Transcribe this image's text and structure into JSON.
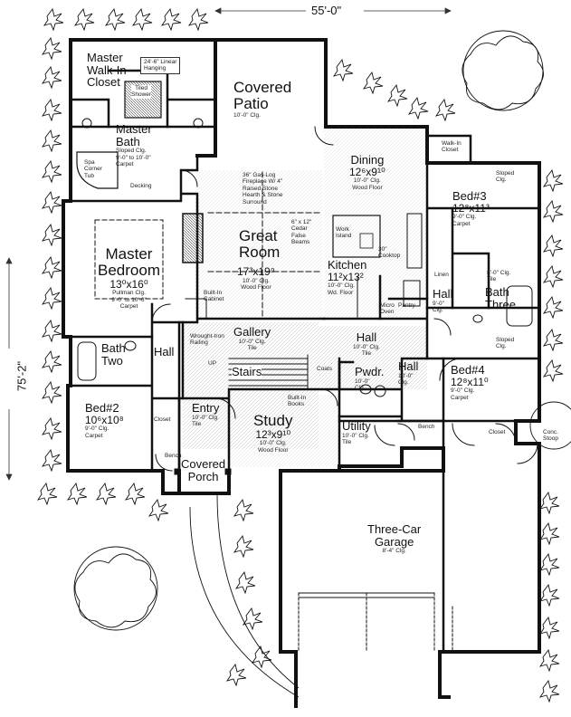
{
  "overall": {
    "width": "55'-0\"",
    "depth": "75'-2\""
  },
  "rooms": {
    "covered_patio": {
      "name": [
        "Covered",
        "Patio"
      ],
      "clg": "10'-0\" Clg."
    },
    "master_closet": {
      "name": [
        "Master",
        "Walk-In",
        "Closet"
      ],
      "note": [
        "24'-6\" Linear",
        "Hanging"
      ]
    },
    "tiled_shower": {
      "name": [
        "Tiled",
        "Shower"
      ]
    },
    "master_bath": {
      "name": [
        "Master",
        "Bath"
      ],
      "details": [
        "Sloped Clg.",
        "9'-0\" to 10'-0\"",
        "Carpet"
      ]
    },
    "spa_tub": {
      "name": [
        "Spa",
        "Corner",
        "Tub"
      ]
    },
    "decking": {
      "name": "Decking"
    },
    "dining": {
      "name": "Dining",
      "dim": "12⁶x9¹⁰",
      "details": [
        "10'-0\" Clg.",
        "Wood Floor"
      ]
    },
    "walk_in_closet": {
      "name": [
        "Walk-In",
        "Closet"
      ]
    },
    "bed3": {
      "name": "Bed#3",
      "dim": "12⁸x11³",
      "details": [
        "9'-0\" Clg.",
        "Carpet"
      ],
      "sloped": [
        "Sloped",
        "Clg."
      ]
    },
    "fireplace": {
      "note": [
        "36\" Gas-Log",
        "Fireplace W/ 4\"",
        "Raised Stone",
        "Hearth & Stone",
        "Surround"
      ]
    },
    "great_room": {
      "name": [
        "Great",
        "Room"
      ],
      "dim": "17³x19⁹",
      "details": [
        "10'-0\" Clg.",
        "Wood Floor"
      ],
      "beams": [
        "6\" x 12\"",
        "Cedar",
        "False",
        "Beams"
      ]
    },
    "master_bedroom": {
      "name": [
        "Master",
        "Bedroom"
      ],
      "dim": "13⁰x16⁰",
      "details": [
        "Pullman Clg.",
        "9'-0\" to 10'-6\"",
        "Carpet"
      ]
    },
    "kitchen": {
      "name": "Kitchen",
      "dim": "11²x13²",
      "details": [
        "10'-0\" Clg.",
        "Wd. Floor"
      ],
      "island": [
        "Work",
        "Island"
      ],
      "cooktop": [
        "30\"",
        "Cooktop"
      ],
      "micro": [
        "Micro",
        "Oven"
      ],
      "pantry": "Pantry"
    },
    "built_in_cabinet": {
      "note": [
        "Built-In",
        "Cabinet"
      ]
    },
    "linen": {
      "name": "Linen"
    },
    "hall_right": {
      "name": "Hall",
      "details": [
        "9'-0\"",
        "Clg."
      ]
    },
    "bath_three": {
      "name": [
        "Bath",
        "Three"
      ],
      "details": [
        "8'-0\" Clg.",
        "Tile"
      ]
    },
    "gallery": {
      "name": "Gallery",
      "details": [
        "10'-0\" Clg.",
        "Tile"
      ]
    },
    "wrought_iron": {
      "note": [
        "Wrought-Iron",
        "Railing"
      ]
    },
    "hall_center": {
      "name": "Hall",
      "details": [
        "10'-0\" Clg.",
        "Tile"
      ]
    },
    "bath_two": {
      "name": [
        "Bath",
        "Two"
      ]
    },
    "hall_left": {
      "name": "Hall"
    },
    "up": {
      "name": "UP"
    },
    "stairs": {
      "name": "Stairs"
    },
    "coats": {
      "name": "Coats"
    },
    "pwdr": {
      "name": "Pwdr.",
      "details": [
        "10'-0\"",
        "Clg."
      ]
    },
    "hall_small": {
      "name": "Hall",
      "details": [
        "10'-0\"",
        "Clg."
      ]
    },
    "bed4": {
      "name": "Bed#4",
      "dim": "12⁸x11⁰",
      "details": [
        "9'-0\" Clg.",
        "Carpet"
      ],
      "sloped": [
        "Sloped",
        "Clg."
      ]
    },
    "bed2": {
      "name": "Bed#2",
      "dim": "10⁶x10⁸",
      "details": [
        "9'-0\" Clg.",
        "Carpet"
      ]
    },
    "closet_bed2": {
      "name": "Closet"
    },
    "entry": {
      "name": "Entry",
      "details": [
        "10'-0\" Clg.",
        "Tile"
      ]
    },
    "study": {
      "name": "Study",
      "dim": "12³x9¹⁰",
      "details": [
        "10'-0\" Clg.",
        "Wood Floor"
      ],
      "books": [
        "Built-In",
        "Books"
      ]
    },
    "utility": {
      "name": "Utility",
      "details": [
        "10'-0\" Clg.",
        "Tile"
      ]
    },
    "bench_right": {
      "name": "Bench"
    },
    "closet_bed4": {
      "name": "Closet"
    },
    "conc_stoop": {
      "name": [
        "Conc.",
        "Stoop"
      ]
    },
    "bench_left": {
      "name": "Bench"
    },
    "covered_porch": {
      "name": [
        "Covered",
        "Porch"
      ]
    },
    "garage": {
      "name": [
        "Three-Car",
        "Garage"
      ],
      "details": [
        "8'-4\" Clg."
      ]
    }
  }
}
